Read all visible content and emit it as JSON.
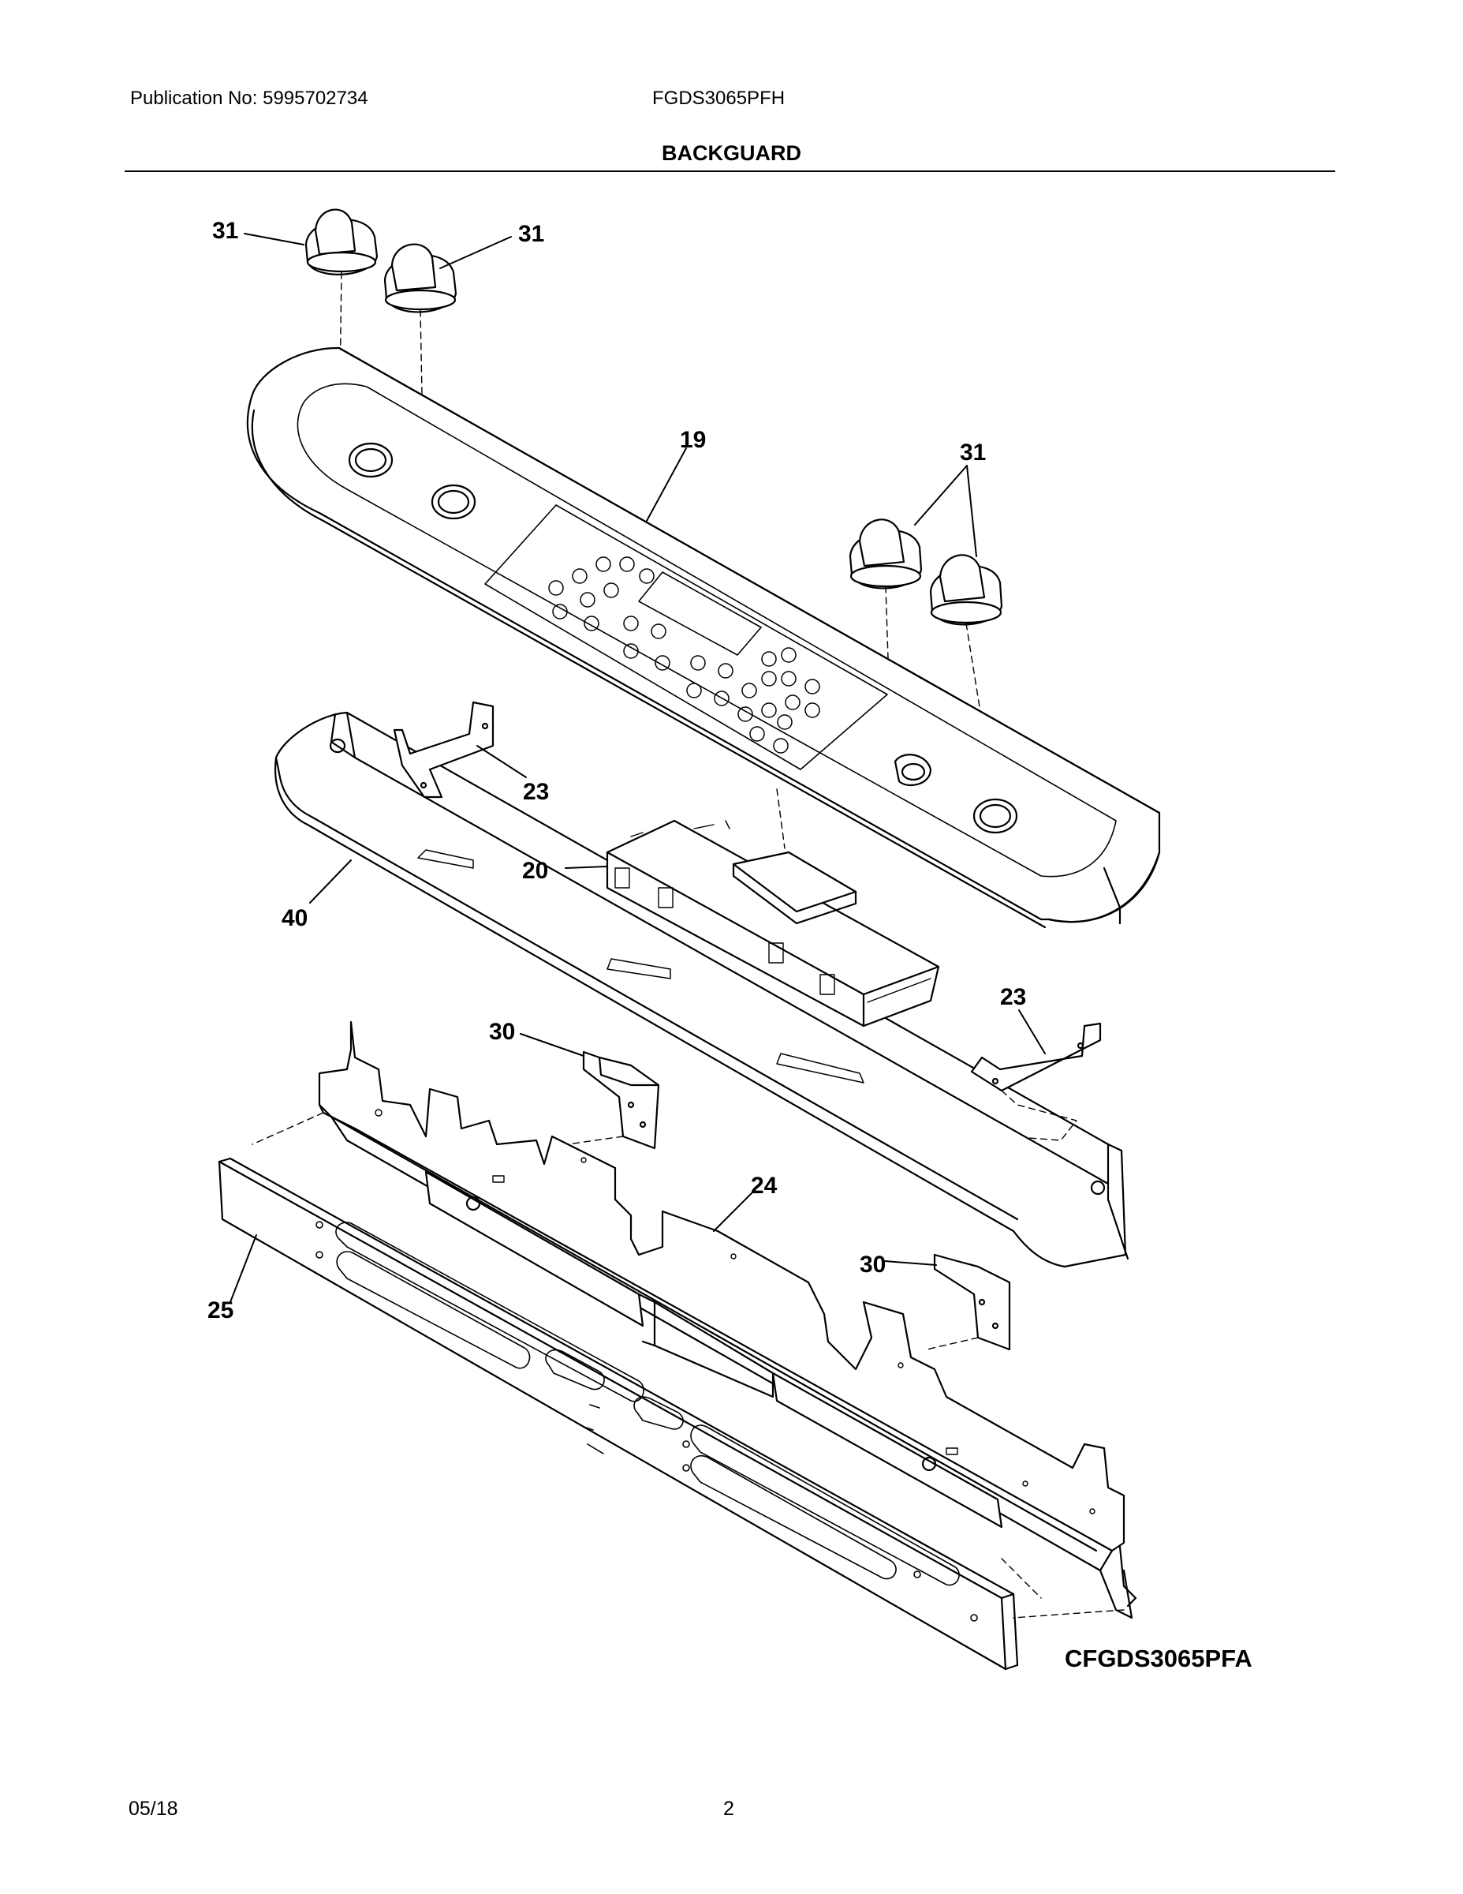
{
  "header": {
    "publication": "Publication No:  5995702734",
    "model": "FGDS3065PFH",
    "title": "BACKGUARD"
  },
  "diagram": {
    "callouts": [
      "31",
      "31",
      "19",
      "31",
      "23",
      "20",
      "40",
      "23",
      "30",
      "24",
      "30",
      "25"
    ],
    "figure_code": "CFGDS3065PFA"
  },
  "footer": {
    "date": "05/18",
    "page": "2"
  }
}
